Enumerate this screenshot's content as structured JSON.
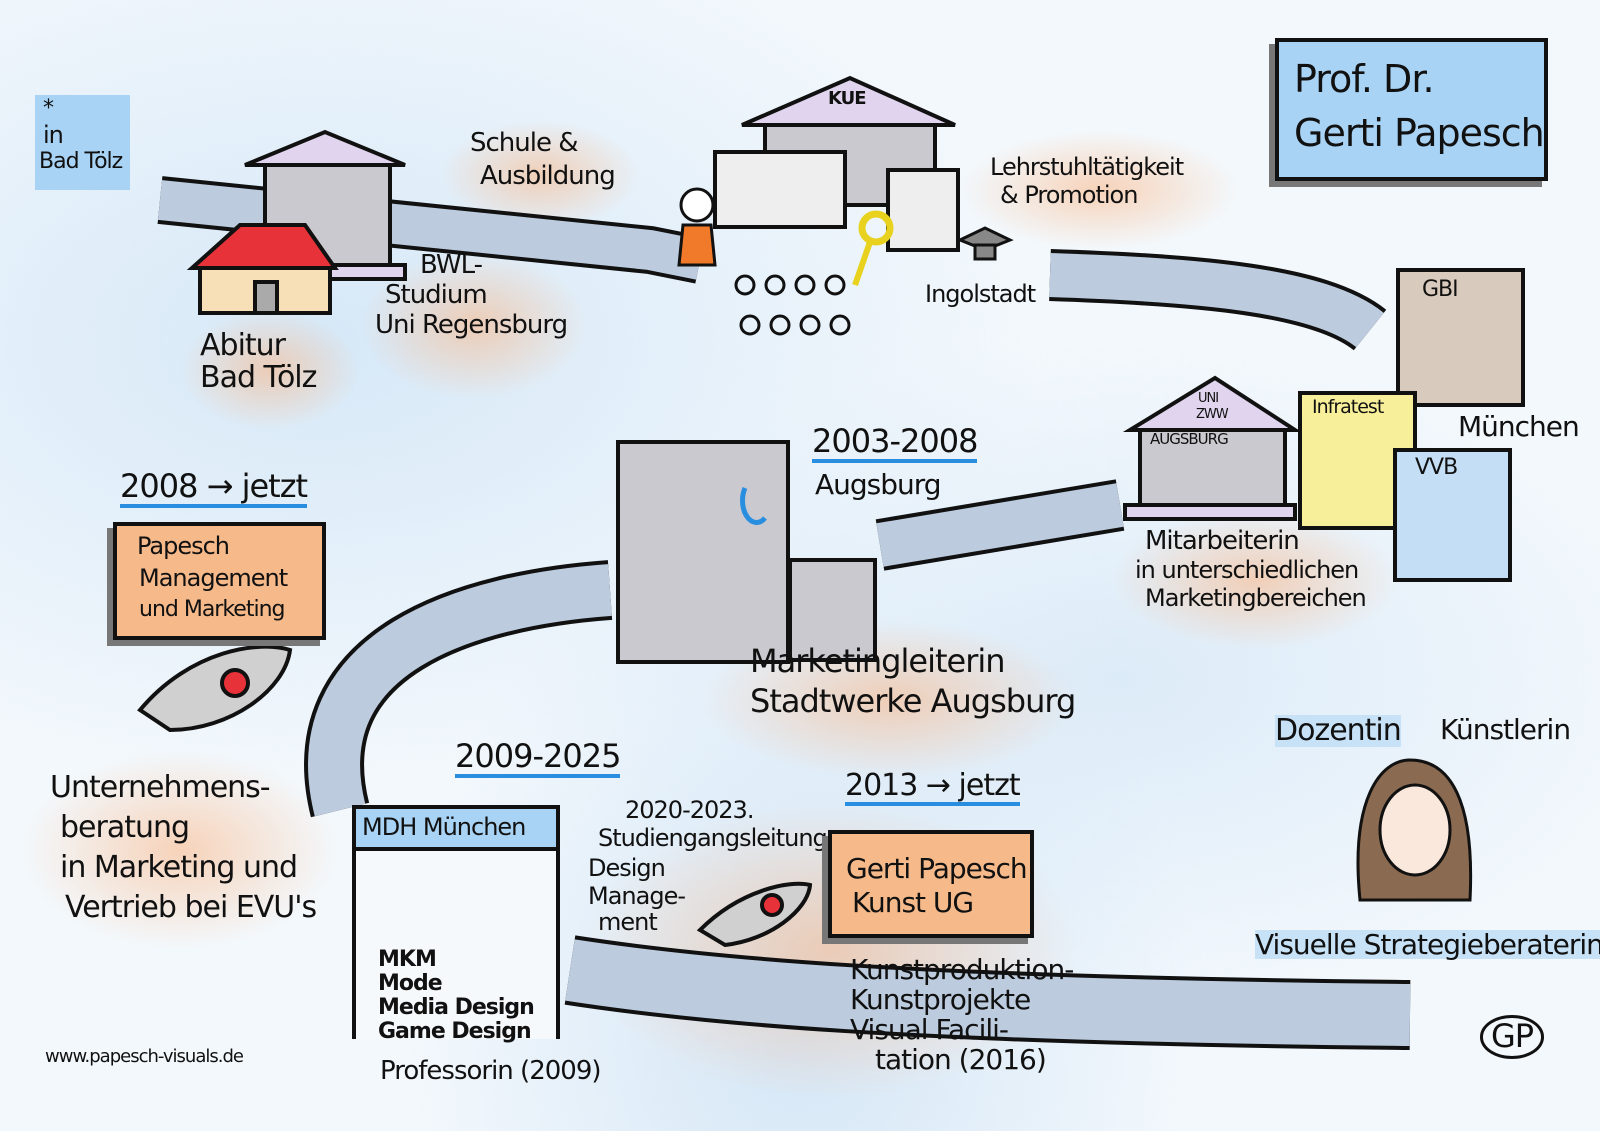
{
  "colors": {
    "road": "#bccbdd",
    "orange": "#f5b98a",
    "blue": "#a9d3f5",
    "roof": "#e8323a",
    "temple": "#e0d4ee"
  },
  "birth": {
    "star": "*",
    "line1": "in",
    "line2": "Bad Tölz"
  },
  "abitur": "Abitur Bad Tölz",
  "studium": {
    "line1": "BWL-",
    "line2": "Studium",
    "line3": "Uni Regensburg"
  },
  "schule": {
    "line1": "Schule &",
    "line2": "Ausbildung"
  },
  "kue": {
    "label": "KUE",
    "role1": "Lehrstuhltätigkeit",
    "role2": "& Promotion",
    "city": "Ingolstadt"
  },
  "name_plate": {
    "line1": "Prof. Dr.",
    "line2": "Gerti Papesch"
  },
  "munich": {
    "gbi": "GBI",
    "infratest": "Infratest",
    "vvb": "VVB",
    "uni1": "UNI",
    "uni2": "ZWW",
    "uni3": "AUGSBURG",
    "city": "München",
    "role1": "Mitarbeiterin",
    "role2": "in unterschiedlichen",
    "role3": "Marketingbereichen"
  },
  "swa": {
    "years": "2003-2008",
    "city": "Augsburg",
    "role1": "Marketingleiterin",
    "role2": "Stadtwerke Augsburg"
  },
  "ppm": {
    "years": "2008 → jetzt",
    "line1": "Papesch",
    "line2": "Management",
    "line3": "und Marketing",
    "desc1": "Unternehmens-",
    "desc2": "beratung",
    "desc3": "in Marketing und",
    "desc4": "Vertrieb bei EVU's"
  },
  "mdh": {
    "years": "2009-2025",
    "title": "MDH München",
    "courses": [
      "MKM",
      "Mode",
      "Media Design",
      "Game Design"
    ],
    "role": "Professorin (2009)",
    "lead1": "2020-2023.",
    "lead2": "Studiengangsleitung",
    "lead3": "Design",
    "lead4": "Manage-",
    "lead5": "ment"
  },
  "kunst": {
    "years": "2013 → jetzt",
    "line1": "Gerti Papesch",
    "line2": "Kunst UG",
    "desc1": "Kunstproduktion-",
    "desc2": "Kunstprojekte",
    "desc3": "Visual Facili-",
    "desc4": "tation (2016)"
  },
  "roles": {
    "dozentin": "Dozentin",
    "kuenstlerin": "Künstlerin",
    "berater": "Visuelle Strategieberaterin"
  },
  "footer": {
    "url": "www.papesch-visuals.de",
    "signature": "GP"
  }
}
